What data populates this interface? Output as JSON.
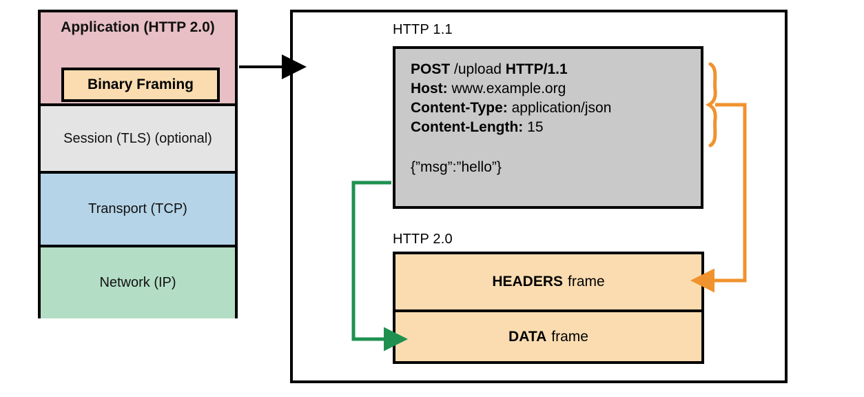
{
  "stack": {
    "layers": [
      {
        "id": "application",
        "label": "Application (HTTP 2.0)",
        "color": "#e7bfc5"
      },
      {
        "id": "session",
        "label": "Session (TLS) (optional)",
        "color": "#e4e4e4"
      },
      {
        "id": "transport",
        "label": "Transport (TCP)",
        "color": "#b5d4e8"
      },
      {
        "id": "network",
        "label": "Network (IP)",
        "color": "#b3ddc4"
      }
    ],
    "inner_box": {
      "label": "Binary Framing",
      "color": "#fadcb0"
    }
  },
  "panel": {
    "http11": {
      "caption": "HTTP 1.1",
      "box_color": "#c9c9c9",
      "request_line": {
        "method": "POST",
        "path": "/upload",
        "version": "HTTP/1.1"
      },
      "headers": [
        {
          "name": "Host:",
          "value": "www.example.org"
        },
        {
          "name": "Content-Type:",
          "value": "application/json"
        },
        {
          "name": "Content-Length:",
          "value": "15"
        }
      ],
      "body": "{”msg”:”hello”}"
    },
    "http20": {
      "caption": "HTTP 2.0",
      "box_color": "#fadcb0",
      "frames": [
        {
          "id": "headers",
          "name": "HEADERS",
          "suffix": "frame"
        },
        {
          "id": "data",
          "name": "DATA",
          "suffix": "frame"
        }
      ]
    }
  },
  "connectors": {
    "stack_to_panel_color": "#000000",
    "headers_mapping_color": "#f0922e",
    "body_mapping_color": "#1f9050"
  }
}
